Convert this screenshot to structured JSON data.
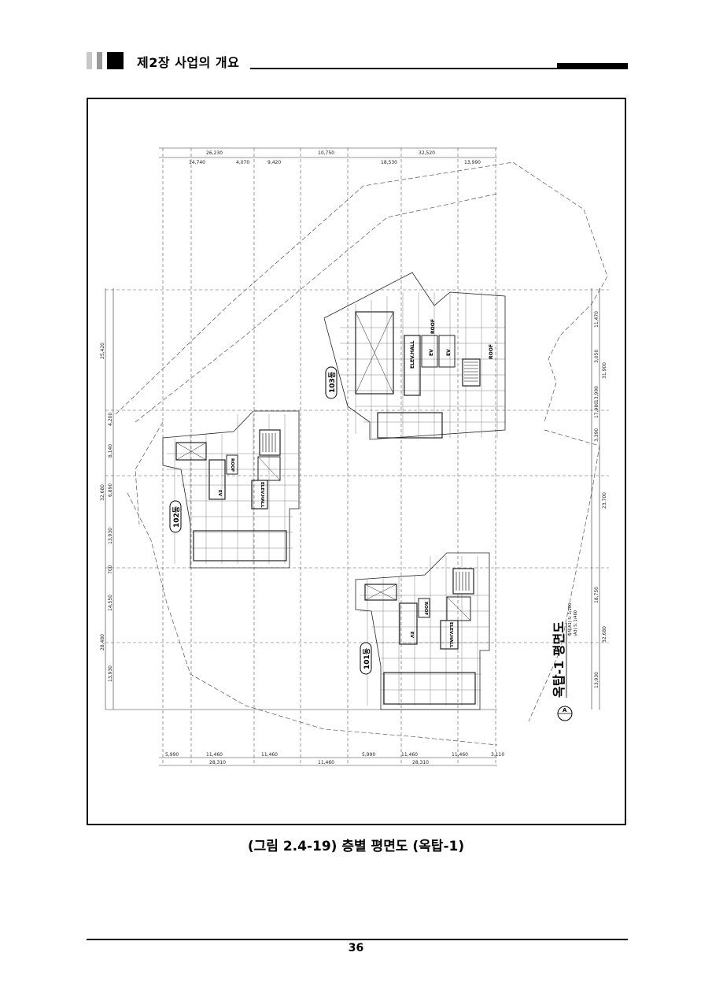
{
  "header": {
    "chapter_title": "제2장 사업의 개요"
  },
  "figure": {
    "caption": "(그림 2.4-19)  층별 평면도 (옥탑-1)",
    "plan_title": "옥탑-1 평면도",
    "scale_note_1": "축척(A1) S: 1/200",
    "scale_note_2": "(A3) S: 1/400",
    "buildings": [
      "103동",
      "102동",
      "101동"
    ],
    "room_labels": {
      "roof": "ROOF",
      "ev": "EV",
      "elev_hall": "ELEV.HALL"
    },
    "dims_top_row1": [
      "26,230",
      "10,750",
      "32,520"
    ],
    "dims_top_row2": [
      "14,740",
      "4,070",
      "9,420",
      "18,530",
      "13,990"
    ],
    "dims_bottom_row1": [
      "5,990",
      "11,460",
      "11,460",
      "5,990",
      "11,460",
      "11,460",
      "3,110"
    ],
    "dims_bottom_row2": [
      "28,310",
      "11,460",
      "28,310"
    ],
    "dims_left": [
      "25,420",
      "4,200",
      "8,140",
      "6,890",
      "32,680",
      "13,930",
      "700",
      "14,550",
      "28,480",
      "13,930"
    ],
    "dims_right": [
      "11,470",
      "3,050",
      "13,990",
      "31,900",
      "17,980",
      "3,390",
      "23,700",
      "18,750",
      "32,680",
      "13,930"
    ],
    "north_marker": "A"
  },
  "page": {
    "number": "36"
  }
}
